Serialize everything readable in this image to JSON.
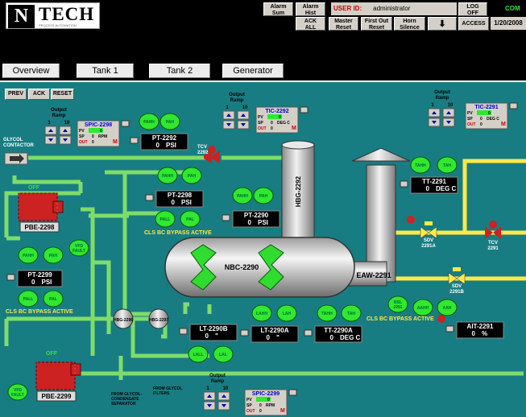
{
  "header": {
    "logo_letter": "N",
    "logo_text": "TECH",
    "logo_sub": "PROCESS AUTOMATION",
    "user_label": "USER ID:",
    "user_value": "administrator",
    "date": "1/20/2008",
    "status": "COM",
    "buttons": [
      {
        "label": "Alarm\nSum"
      },
      {
        "label": "Alarm\nHist"
      },
      {
        "label": "ACK\nALL"
      },
      {
        "label": "Master\nReset"
      },
      {
        "label": "First Out\nReset"
      },
      {
        "label": "Horn\nSilence"
      },
      {
        "label": "LOG\nOFF"
      },
      {
        "label": "ACCESS"
      }
    ]
  },
  "tabs": [
    {
      "label": "Overview"
    },
    {
      "label": "Tank 1"
    },
    {
      "label": "Tank 2"
    },
    {
      "label": "Generator"
    }
  ],
  "small_buttons": [
    {
      "label": "PREV"
    },
    {
      "label": "ACK"
    },
    {
      "label": "RESET"
    }
  ],
  "equipment": {
    "nbc": "NBC-2290",
    "hbg2292": "HBG-2292",
    "eaw": "EAW-2291",
    "hbg2296": "HBG-2296",
    "hbg2297": "HBG-2297",
    "pbe2298": "PBE-2298",
    "pbe2299": "PBE-2299",
    "tcv2292": "TCV\n2292",
    "tcv2291": "TCV\n2291",
    "sdv2291a": "SDV\n2291A",
    "sdv2291b": "SDV\n2291B"
  },
  "labels": {
    "glycol": "GLYCOL\nCONTACTOR",
    "off1": "OFF",
    "off2": "OFF",
    "bypass": "CLS BC BYPASS ACTIVE",
    "from_cond": "FROM GLYCOL-\nCONDENSATE\nSEPARATOR",
    "from_filters": "FROM GLYCOL\nFILTERS",
    "output_ramp": "Output\nRamp",
    "ramp_1": "1",
    "ramp_10": "10"
  },
  "indicators": [
    {
      "tag": "PT-2292",
      "val": "0",
      "unit": "PSI"
    },
    {
      "tag": "PT-2298",
      "val": "0",
      "unit": "PSI"
    },
    {
      "tag": "PT-2290",
      "val": "0",
      "unit": "PSI"
    },
    {
      "tag": "PT-2299",
      "val": "0",
      "unit": "PSI"
    },
    {
      "tag": "TT-2291",
      "val": "0",
      "unit": "DEG C"
    },
    {
      "tag": "LT-2290B",
      "val": "0",
      "unit": "\""
    },
    {
      "tag": "LT-2290A",
      "val": "0",
      "unit": "\""
    },
    {
      "tag": "TT-2290A",
      "val": "0",
      "unit": "DEG C"
    },
    {
      "tag": "AIT-2291",
      "val": "0",
      "unit": "%"
    }
  ],
  "controllers": [
    {
      "tag": "SPIC-2298",
      "pv": "0",
      "sp": "0",
      "sp_unit": "RPM",
      "out": "0",
      "m": "M"
    },
    {
      "tag": "TIC-2292",
      "pv": "0",
      "sp": "0",
      "sp_unit": "DEG C",
      "out": "0",
      "m": "M"
    },
    {
      "tag": "TIC-2291",
      "pv": "0",
      "sp": "0",
      "sp_unit": "DEG C",
      "out": "0",
      "m": "M"
    },
    {
      "tag": "SPIC-2299",
      "pv": "0",
      "sp": "0",
      "sp_unit": "RPM",
      "out": "0",
      "m": "M"
    }
  ],
  "alarms": [
    "PAHH",
    "PAH",
    "PAHH",
    "PAH",
    "PAHH",
    "PAH",
    "PALL",
    "PAL",
    "TAHH",
    "TAH",
    "VFD\nFAULT",
    "PAHH",
    "PAH",
    "PALL",
    "PAL",
    "LAHH",
    "LAH",
    "TAHH",
    "TAH",
    "BSL\n2291",
    "AAHH",
    "AAH",
    "LALL",
    "LAL",
    "VFD\nFAULT"
  ],
  "pv_labels": {
    "pv": "PV",
    "sp": "SP",
    "out": "OUT"
  }
}
